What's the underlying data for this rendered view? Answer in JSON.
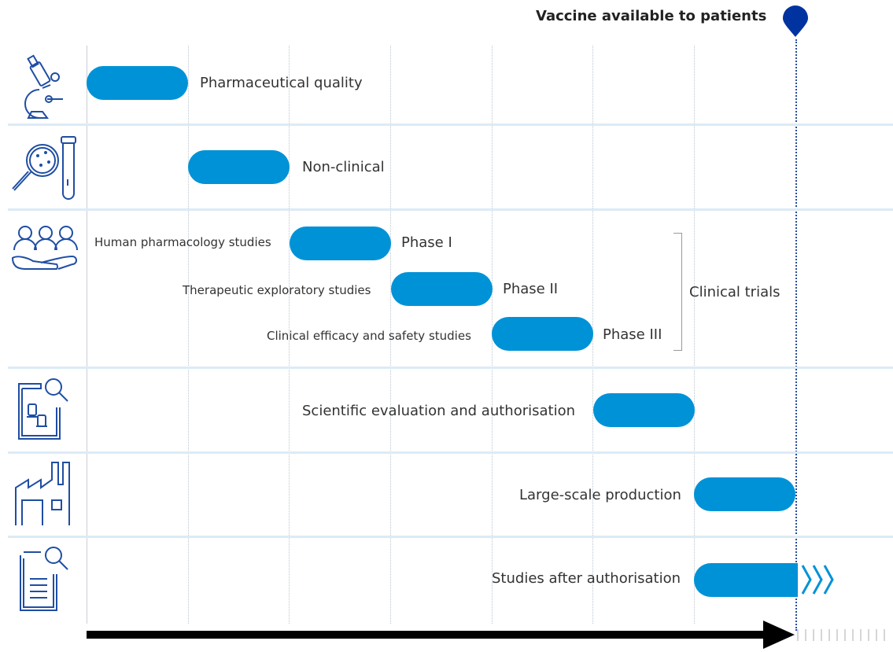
{
  "milestone": {
    "label": "Vaccine available to patients",
    "marker_color": "#0033a0"
  },
  "stages": [
    {
      "label": "Pharmaceutical quality",
      "icon": "microscope-icon"
    },
    {
      "label": "Non-clinical",
      "icon": "magnifier-test-tube-icon"
    },
    {
      "icon": "people-in-hands-icon",
      "phases": [
        {
          "description": "Human pharmacology studies",
          "label": "Phase I"
        },
        {
          "description": "Therapeutic exploratory studies",
          "label": "Phase II"
        },
        {
          "description": "Clinical efficacy and safety studies",
          "label": "Phase III"
        }
      ],
      "group_label": "Clinical trials"
    },
    {
      "label": "Scientific evaluation and authorisation",
      "icon": "document-thumbs-icon"
    },
    {
      "label": "Large-scale production",
      "icon": "factory-icon"
    },
    {
      "label": "Studies after authorisation",
      "icon": "document-magnifier-icon"
    }
  ],
  "colors": {
    "bar": "#0092d7",
    "divider": "#dcebf6",
    "icon": "#1f4ea3",
    "arrow": "#000000"
  }
}
